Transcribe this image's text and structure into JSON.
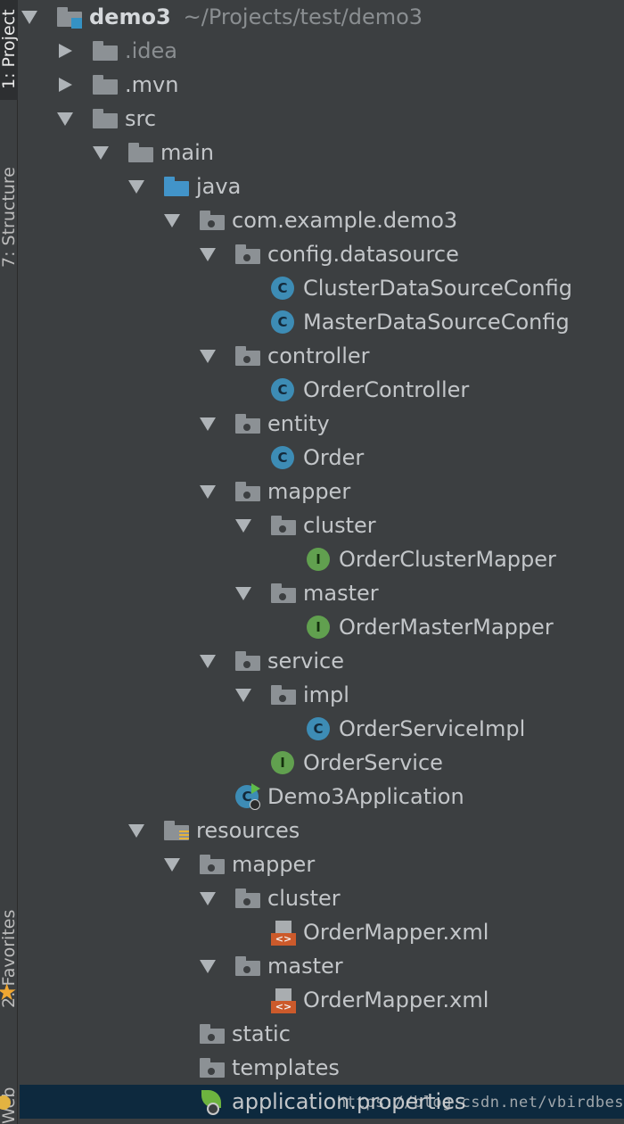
{
  "sidebar": {
    "tabs": [
      {
        "label": "1: Project"
      },
      {
        "label": "7: Structure"
      },
      {
        "label": "2: Favorites"
      },
      {
        "label": "Web"
      }
    ]
  },
  "tree": {
    "root": {
      "name": "demo3",
      "path": "~/Projects/test/demo3"
    },
    "rows": [
      {
        "label": ".idea"
      },
      {
        "label": ".mvn"
      },
      {
        "label": "src"
      },
      {
        "label": "main"
      },
      {
        "label": "java"
      },
      {
        "label": "com.example.demo3"
      },
      {
        "label": "config.datasource"
      },
      {
        "label": "ClusterDataSourceConfig"
      },
      {
        "label": "MasterDataSourceConfig"
      },
      {
        "label": "controller"
      },
      {
        "label": "OrderController"
      },
      {
        "label": "entity"
      },
      {
        "label": "Order"
      },
      {
        "label": "mapper"
      },
      {
        "label": "cluster"
      },
      {
        "label": "OrderClusterMapper"
      },
      {
        "label": "master"
      },
      {
        "label": "OrderMasterMapper"
      },
      {
        "label": "service"
      },
      {
        "label": "impl"
      },
      {
        "label": "OrderServiceImpl"
      },
      {
        "label": "OrderService"
      },
      {
        "label": "Demo3Application"
      },
      {
        "label": "resources"
      },
      {
        "label": "mapper"
      },
      {
        "label": "cluster"
      },
      {
        "label": "OrderMapper.xml"
      },
      {
        "label": "master"
      },
      {
        "label": "OrderMapper.xml"
      },
      {
        "label": "static"
      },
      {
        "label": "templates"
      },
      {
        "label": "application.properties"
      }
    ]
  },
  "icons": {
    "class_letter": "C",
    "interface_letter": "I",
    "xml_tag": "<>"
  },
  "watermark": "https://blog.csdn.net/vbirdbest",
  "colors": {
    "background": "#3c3f41",
    "selection": "#0d293e",
    "class_icon": "#3d8cb5",
    "interface_icon": "#61a04f",
    "xml_icon": "#cc5a2b",
    "spring": "#6db33f"
  }
}
